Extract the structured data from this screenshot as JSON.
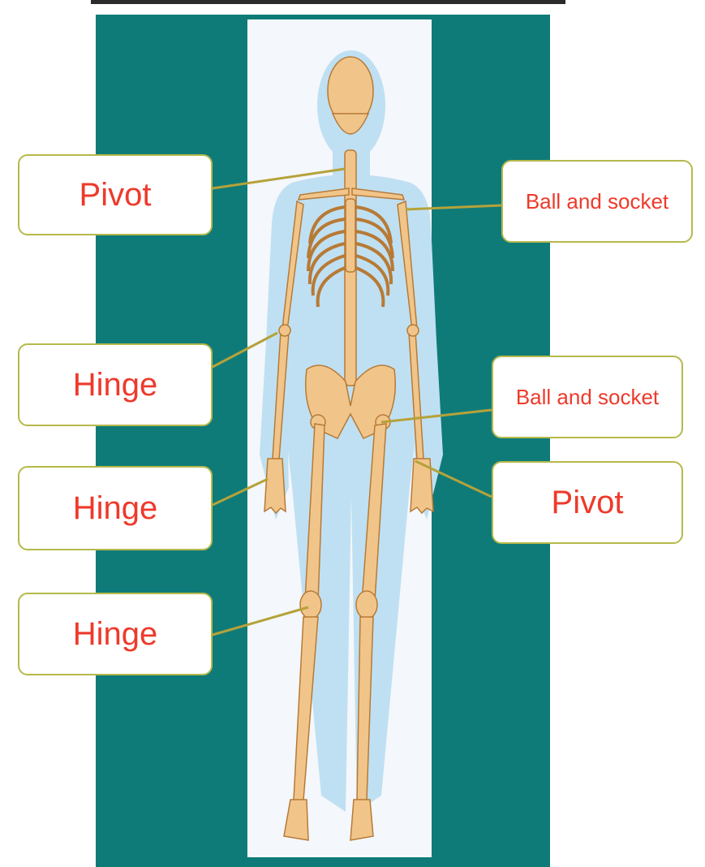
{
  "diagram": {
    "labels": {
      "neck": "Pivot",
      "shoulder": "Ball and socket",
      "elbow": "Hinge",
      "hip": "Ball and socket",
      "wrist_left": "Hinge",
      "wrist_right": "Pivot",
      "knee": "Hinge"
    }
  }
}
